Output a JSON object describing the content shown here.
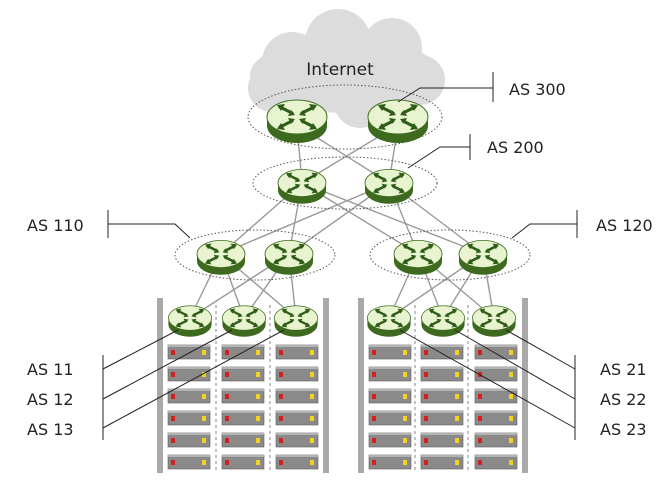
{
  "cloud": {
    "label": "Internet"
  },
  "as_labels": {
    "as300": "AS 300",
    "as200": "AS 200",
    "as110": "AS 110",
    "as120": "AS 120",
    "as11": "AS 11",
    "as12": "AS 12",
    "as13": "AS 13",
    "as21": "AS 21",
    "as22": "AS 22",
    "as23": "AS 23"
  },
  "colors": {
    "router_top": "#e7f4cf",
    "router_side": "#3d6a1e",
    "router_arrow": "#2f5d18",
    "cloud": "#dcdcdc",
    "rack_rail": "#a9a9a9",
    "server": "#8a8a8a",
    "led_red": "#d42020",
    "led_yellow": "#f2d21a",
    "link": "#9a9a9a",
    "leader": "#222222"
  },
  "icons": {
    "router": "router-icon",
    "server": "server-icon"
  }
}
